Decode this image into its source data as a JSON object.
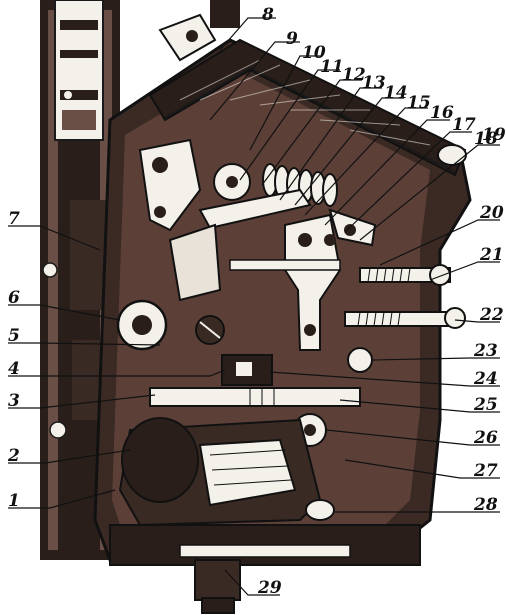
{
  "figure": {
    "callouts": [
      {
        "id": 1,
        "label": "1"
      },
      {
        "id": 2,
        "label": "2"
      },
      {
        "id": 3,
        "label": "3"
      },
      {
        "id": 4,
        "label": "4"
      },
      {
        "id": 5,
        "label": "5"
      },
      {
        "id": 6,
        "label": "6"
      },
      {
        "id": 7,
        "label": "7"
      },
      {
        "id": 8,
        "label": "8"
      },
      {
        "id": 9,
        "label": "9"
      },
      {
        "id": 10,
        "label": "10"
      },
      {
        "id": 11,
        "label": "11"
      },
      {
        "id": 12,
        "label": "12"
      },
      {
        "id": 13,
        "label": "13"
      },
      {
        "id": 14,
        "label": "14"
      },
      {
        "id": 15,
        "label": "15"
      },
      {
        "id": 16,
        "label": "16"
      },
      {
        "id": 17,
        "label": "17"
      },
      {
        "id": 18,
        "label": "18"
      },
      {
        "id": 19,
        "label": "19"
      },
      {
        "id": 20,
        "label": "20"
      },
      {
        "id": 21,
        "label": "21"
      },
      {
        "id": 22,
        "label": "22"
      },
      {
        "id": 23,
        "label": "23"
      },
      {
        "id": 24,
        "label": "24"
      },
      {
        "id": 25,
        "label": "25"
      },
      {
        "id": 26,
        "label": "26"
      },
      {
        "id": 27,
        "label": "27"
      },
      {
        "id": 28,
        "label": "28"
      },
      {
        "id": 29,
        "label": "29"
      }
    ]
  }
}
